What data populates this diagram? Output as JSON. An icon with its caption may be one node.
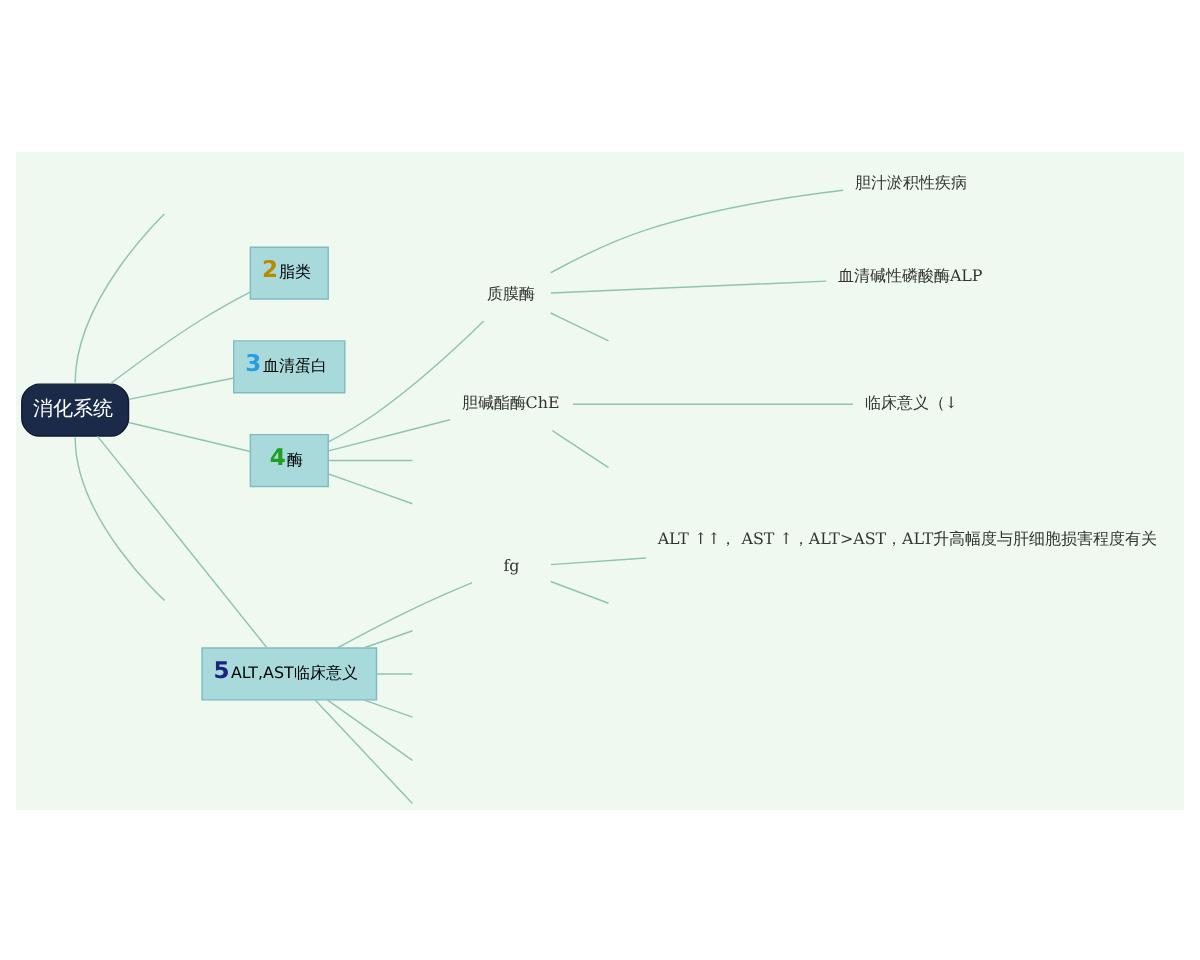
{
  "diagram": {
    "nodes": [
      {
        "text": [
          "消化系统"
        ]
      },
      {
        "text": [
          "2",
          "脂类"
        ]
      },
      {
        "text": [
          "3",
          "血清蛋白"
        ]
      },
      {
        "text": [
          "4",
          "酶"
        ]
      },
      {
        "text": [
          "质膜酶"
        ]
      },
      {
        "text": [
          "胆汁淤积性疾病"
        ]
      },
      {
        "text": [
          "血清碱性磷酸酶ALP"
        ]
      },
      {
        "text": [
          "胆碱酯酶ChE"
        ]
      },
      {
        "text": [
          "临床意义（↓"
        ]
      },
      {
        "text": [
          "5",
          "ALT,AST临床意义"
        ]
      },
      {
        "text": [
          "fg"
        ]
      },
      {
        "text": [
          "ALT ↑↑， AST ↑，ALT>AST，ALT升高幅度与肝细胞损害程度有关"
        ]
      }
    ],
    "edges": [
      {
        "from": 0,
        "to": null,
        "arrow": "none"
      },
      {
        "from": 0,
        "to": 1,
        "arrow": "none"
      },
      {
        "from": 0,
        "to": 2,
        "arrow": "none"
      },
      {
        "from": 0,
        "to": 3,
        "arrow": "none"
      },
      {
        "from": 3,
        "to": 4,
        "arrow": "none"
      },
      {
        "from": 4,
        "to": 5,
        "arrow": "none"
      },
      {
        "from": 4,
        "to": 6,
        "arrow": "none"
      },
      {
        "from": 4,
        "to": null,
        "arrow": "none"
      },
      {
        "from": 3,
        "to": 7,
        "arrow": "none"
      },
      {
        "from": 7,
        "to": 8,
        "arrow": "none"
      },
      {
        "from": 7,
        "to": null,
        "arrow": "none"
      },
      {
        "from": 3,
        "to": null,
        "arrow": "none"
      },
      {
        "from": 3,
        "to": null,
        "arrow": "none"
      },
      {
        "from": 0,
        "to": 9,
        "arrow": "none"
      },
      {
        "from": 9,
        "to": 10,
        "arrow": "none"
      },
      {
        "from": 10,
        "to": 11,
        "arrow": "none"
      },
      {
        "from": 10,
        "to": null,
        "arrow": "none"
      },
      {
        "from": 9,
        "to": null,
        "arrow": "none"
      },
      {
        "from": 9,
        "to": null,
        "arrow": "none"
      },
      {
        "from": 9,
        "to": null,
        "arrow": "none"
      },
      {
        "from": 9,
        "to": null,
        "arrow": "none"
      },
      {
        "from": 9,
        "to": null,
        "arrow": "none"
      },
      {
        "from": 0,
        "to": null,
        "arrow": "none"
      }
    ]
  }
}
